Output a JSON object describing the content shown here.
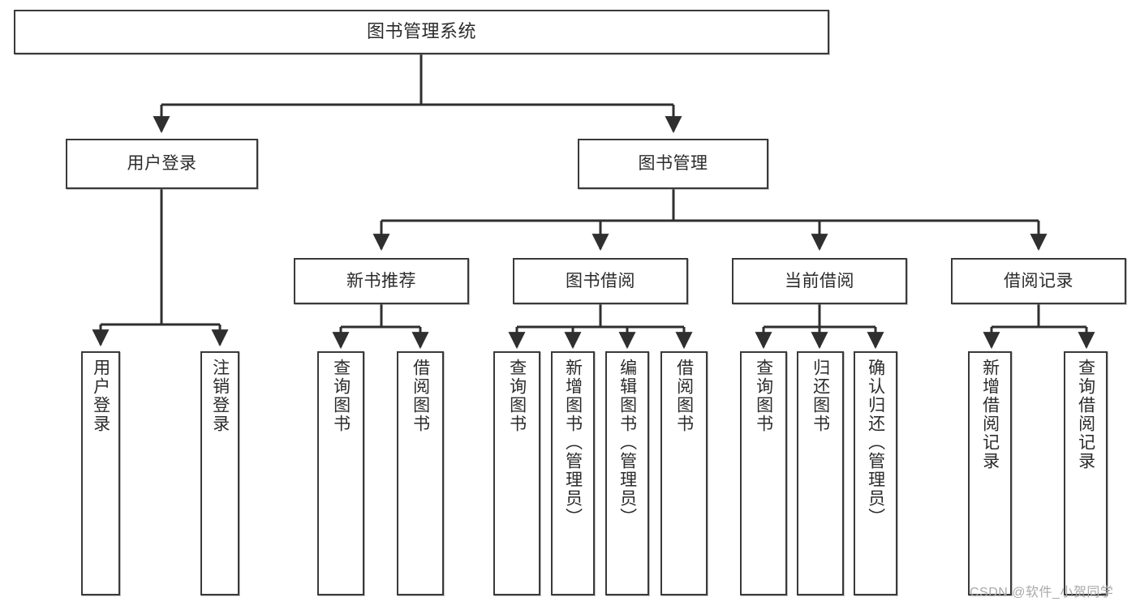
{
  "diagram": {
    "type": "tree",
    "title": "图书管理系统",
    "orientation": "top-down",
    "colors": {
      "box_stroke": "#3a3a3a",
      "box_fill": "#ffffff",
      "edge": "#2f2f2f",
      "watermark": "#a9a9a9",
      "background": "#ffffff"
    },
    "nodes": {
      "root": {
        "label": "图书管理系统"
      },
      "level1": [
        {
          "id": "user-login",
          "label": "用户登录"
        },
        {
          "id": "book-manage",
          "label": "图书管理"
        }
      ],
      "level2": [
        {
          "id": "new-book-recommend",
          "label": "新书推荐",
          "parent": "book-manage"
        },
        {
          "id": "book-borrow",
          "label": "图书借阅",
          "parent": "book-manage"
        },
        {
          "id": "current-borrow",
          "label": "当前借阅",
          "parent": "book-manage"
        },
        {
          "id": "borrow-record",
          "label": "借阅记录",
          "parent": "book-manage"
        }
      ],
      "leaves": [
        {
          "id": "leaf-user-login",
          "label": "用户登录",
          "parent": "user-login"
        },
        {
          "id": "leaf-user-logout",
          "label": "注销登录",
          "parent": "user-login"
        },
        {
          "id": "leaf-query-book-1",
          "label": "查询图书",
          "parent": "new-book-recommend"
        },
        {
          "id": "leaf-borrow-book-1",
          "label": "借阅图书",
          "parent": "new-book-recommend"
        },
        {
          "id": "leaf-query-book-2",
          "label": "查询图书",
          "parent": "book-borrow"
        },
        {
          "id": "leaf-add-book",
          "label": "新增图书（管理员）",
          "parent": "book-borrow"
        },
        {
          "id": "leaf-edit-book",
          "label": "编辑图书（管理员）",
          "parent": "book-borrow"
        },
        {
          "id": "leaf-borrow-book-2",
          "label": "借阅图书",
          "parent": "book-borrow"
        },
        {
          "id": "leaf-query-book-3",
          "label": "查询图书",
          "parent": "current-borrow"
        },
        {
          "id": "leaf-return-book",
          "label": "归还图书",
          "parent": "current-borrow"
        },
        {
          "id": "leaf-confirm-return",
          "label": "确认归还（管理员）",
          "parent": "current-borrow"
        },
        {
          "id": "leaf-add-record",
          "label": "新增借阅记录",
          "parent": "borrow-record"
        },
        {
          "id": "leaf-query-record",
          "label": "查询借阅记录",
          "parent": "borrow-record"
        }
      ]
    },
    "watermark": "CSDN @软件_小贺同学"
  }
}
